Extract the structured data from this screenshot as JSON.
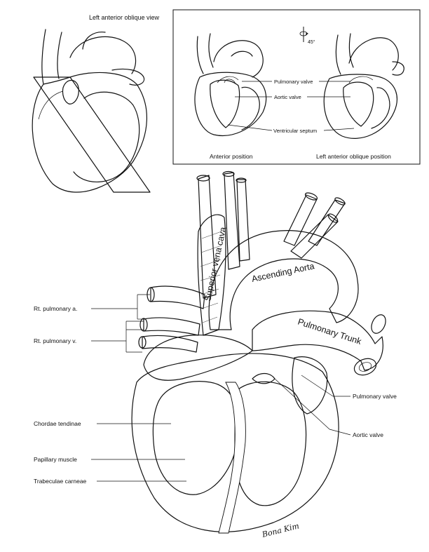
{
  "inset_left": {
    "title": "Left anterior oblique view"
  },
  "inset_box": {
    "rotation_mark": "45°",
    "labels": {
      "pulmonary_valve": "Pulmonary valve",
      "aortic_valve": "Aortic valve",
      "ventricular_septum": "Ventricular septum"
    },
    "captions": {
      "anterior": "Anterior position",
      "lao": "Left anterior oblique position"
    }
  },
  "main": {
    "vessels": {
      "svc": "Superior vena cava",
      "ascending_aorta": "Ascending Aorta",
      "pulmonary_trunk": "Pulmonary Trunk"
    },
    "left_labels": {
      "rt_pulm_a": "Rt. pulmonary a.",
      "rt_pulm_v": "Rt. pulmonary v.",
      "chordae": "Chordae tendinae",
      "papillary": "Papillary muscle",
      "trabeculae": "Trabeculae carneae"
    },
    "right_labels": {
      "pulmonary_valve": "Pulmonary valve",
      "aortic_valve": "Aortic valve"
    },
    "signature": "Bona Kim"
  },
  "colors": {
    "ink": "#111111",
    "paper": "#ffffff"
  }
}
